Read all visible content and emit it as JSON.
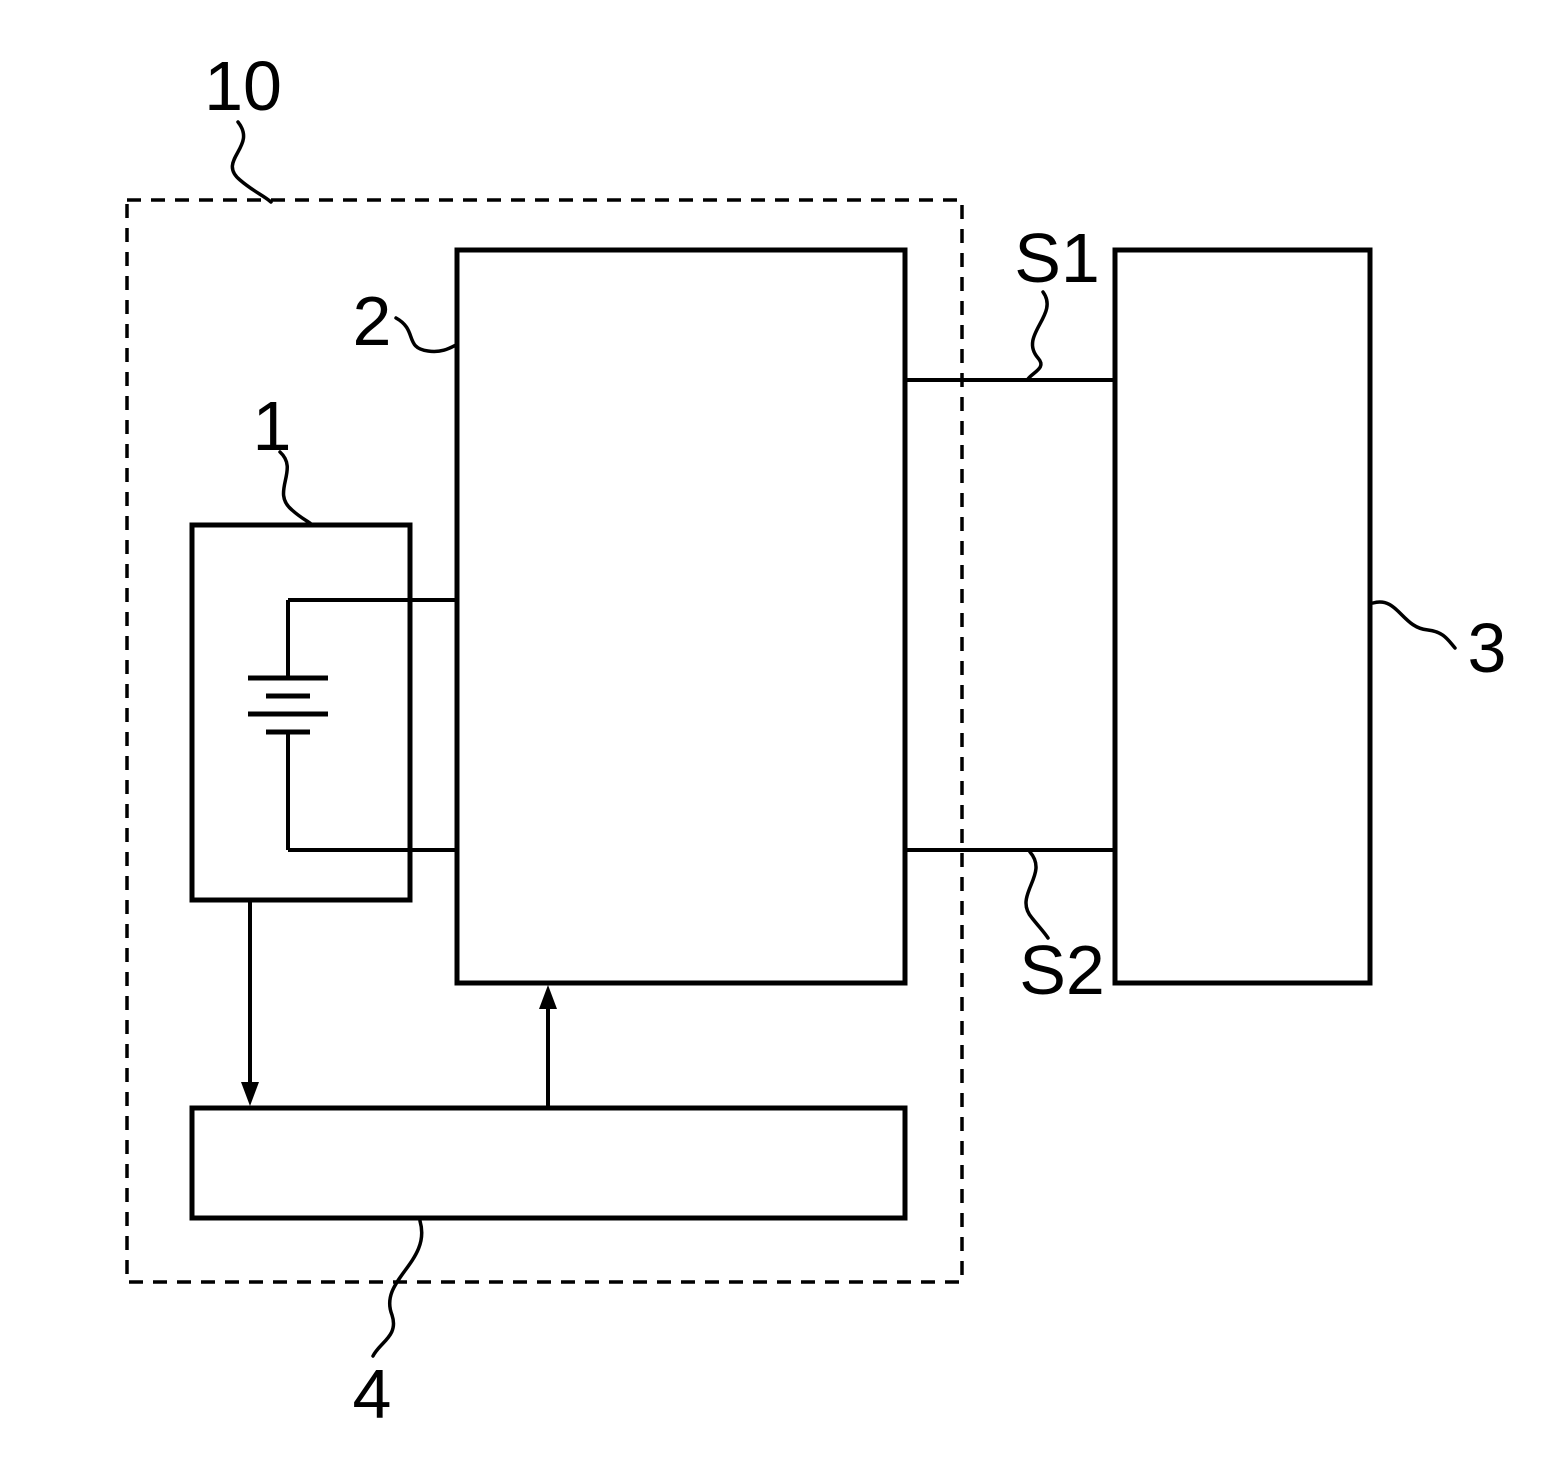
{
  "diagram": {
    "type": "patent-block-diagram",
    "labels": {
      "system": "10",
      "block1": "1",
      "block2": "2",
      "block3": "3",
      "block4": "4",
      "signal1": "S1",
      "signal2": "S2"
    },
    "colors": {
      "line": "#000000",
      "background": "#ffffff"
    }
  }
}
